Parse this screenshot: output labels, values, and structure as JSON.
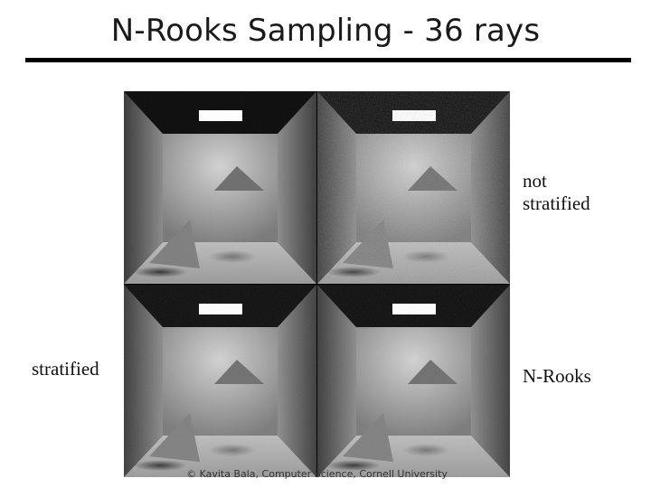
{
  "slide": {
    "title": "N-Rooks Sampling - 36 rays"
  },
  "labels": {
    "top_right_line1": "not",
    "top_right_line2": "stratified",
    "bottom_left": "stratified",
    "bottom_right": "N-Rooks"
  },
  "credit": "© Kavita Bala, Computer Science, Cornell University",
  "panels": [
    {
      "id": "top-left",
      "noise": 0.0
    },
    {
      "id": "top-right",
      "noise": 1.0
    },
    {
      "id": "bottom-left",
      "noise": 0.35
    },
    {
      "id": "bottom-right",
      "noise": 0.35
    }
  ],
  "colors": {
    "rule": "#000000",
    "ceiling": "#0d0d0d",
    "light": "#ffffff"
  }
}
